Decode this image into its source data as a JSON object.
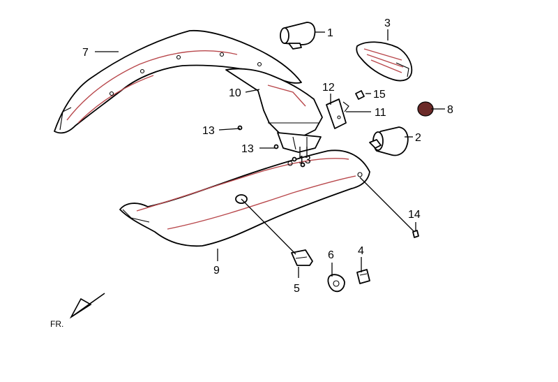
{
  "callouts": {
    "c1": "1",
    "c2": "2",
    "c3": "3",
    "c4": "4",
    "c5": "5",
    "c6": "6",
    "c7": "7",
    "c8": "8",
    "c9": "9",
    "c10": "10",
    "c11": "11",
    "c12": "12",
    "c13a": "13",
    "c13b": "13",
    "c13c": "13",
    "c14": "14",
    "c15": "15"
  },
  "direction_label": "FR.",
  "colors": {
    "outline": "#000000",
    "part_shading": "#b8474b",
    "part_8_fill": "#6b2a28"
  }
}
